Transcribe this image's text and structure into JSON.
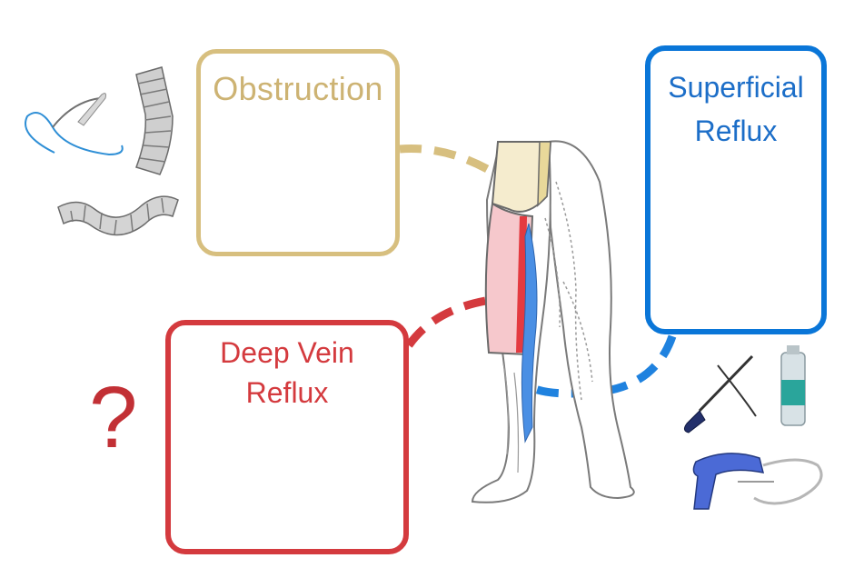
{
  "obstruction": {
    "label": "Obstruction",
    "color": "#d7bf7f"
  },
  "superficial_reflux": {
    "label_line1": "Superficial",
    "label_line2": "Reflux",
    "color": "#0a76d8"
  },
  "deep_vein_reflux": {
    "label_line1": "Deep Vein",
    "label_line2": "Reflux",
    "color": "#d43a3e"
  },
  "question": {
    "text": "?",
    "color": "#c23035"
  },
  "icons": [
    "guidewire-balloon-catheter-icon",
    "venous-stent-icon",
    "flexible-stent-icon",
    "leg-vein-anatomy-icon",
    "ablation-catheter-icon",
    "sclerosant-foam-canister-icon",
    "vein-closure-gun-icon",
    "vein-valve-icon"
  ]
}
